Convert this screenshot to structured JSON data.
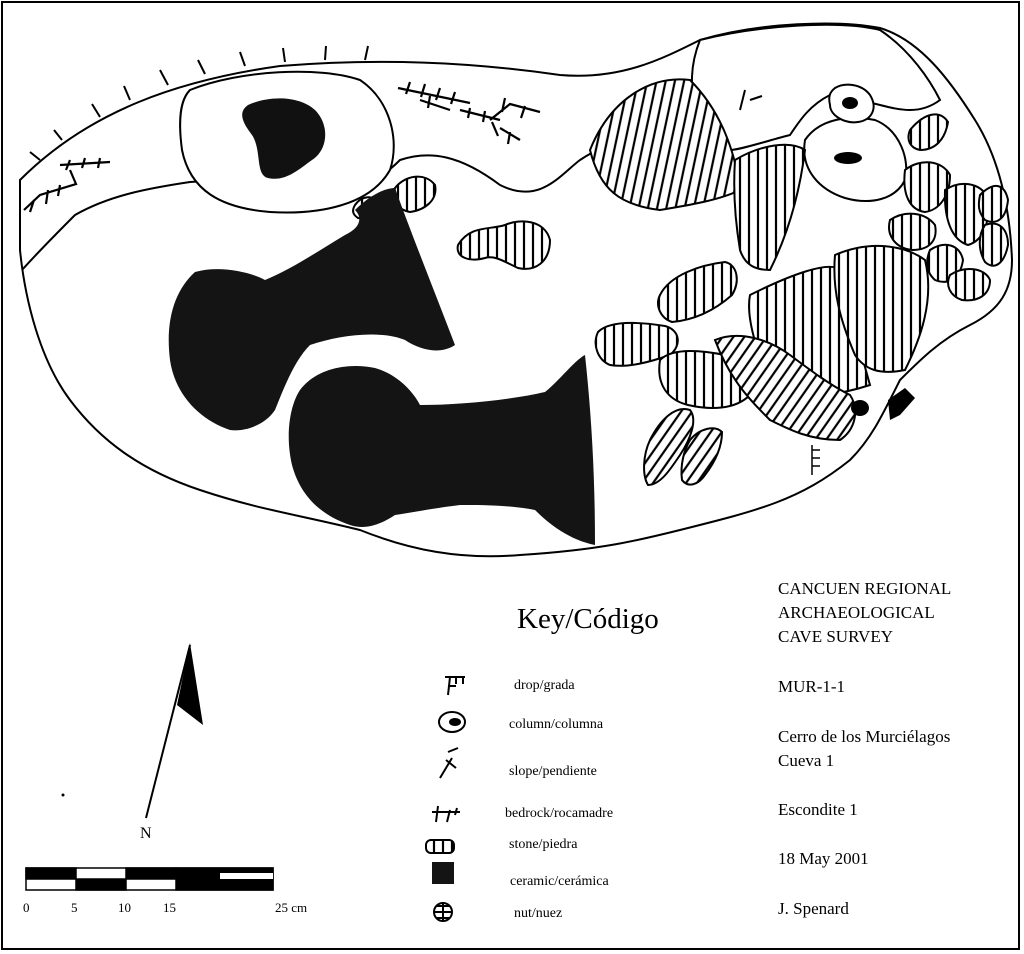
{
  "key": {
    "title": "Key/Código",
    "items": [
      {
        "symbol": "drop-symbol",
        "label": "drop/grada"
      },
      {
        "symbol": "column-symbol",
        "label": "column/columna"
      },
      {
        "symbol": "slope-symbol",
        "label": "slope/pendiente"
      },
      {
        "symbol": "bedrock-symbol",
        "label": "bedrock/rocamadre"
      },
      {
        "symbol": "stone-symbol",
        "label": "stone/piedra"
      },
      {
        "symbol": "ceramic-symbol",
        "label": "ceramic/cerámica"
      },
      {
        "symbol": "nut-symbol",
        "label": "nut/nuez"
      }
    ]
  },
  "info": {
    "survey_line1": "CANCUEN REGIONAL",
    "survey_line2": "ARCHAEOLOGICAL",
    "survey_line3": "CAVE SURVEY",
    "site_code": "MUR-1-1",
    "location_line1": "Cerro de los Murciélagos",
    "location_line2": "Cueva 1",
    "feature": "Escondite 1",
    "date": "18 May 2001",
    "author": "J. Spenard"
  },
  "north": {
    "label": "N"
  },
  "scale": {
    "ticks": [
      "0",
      "5",
      "10",
      "15",
      "25 cm"
    ]
  },
  "colors": {
    "ink": "#000000",
    "paper": "#ffffff"
  }
}
